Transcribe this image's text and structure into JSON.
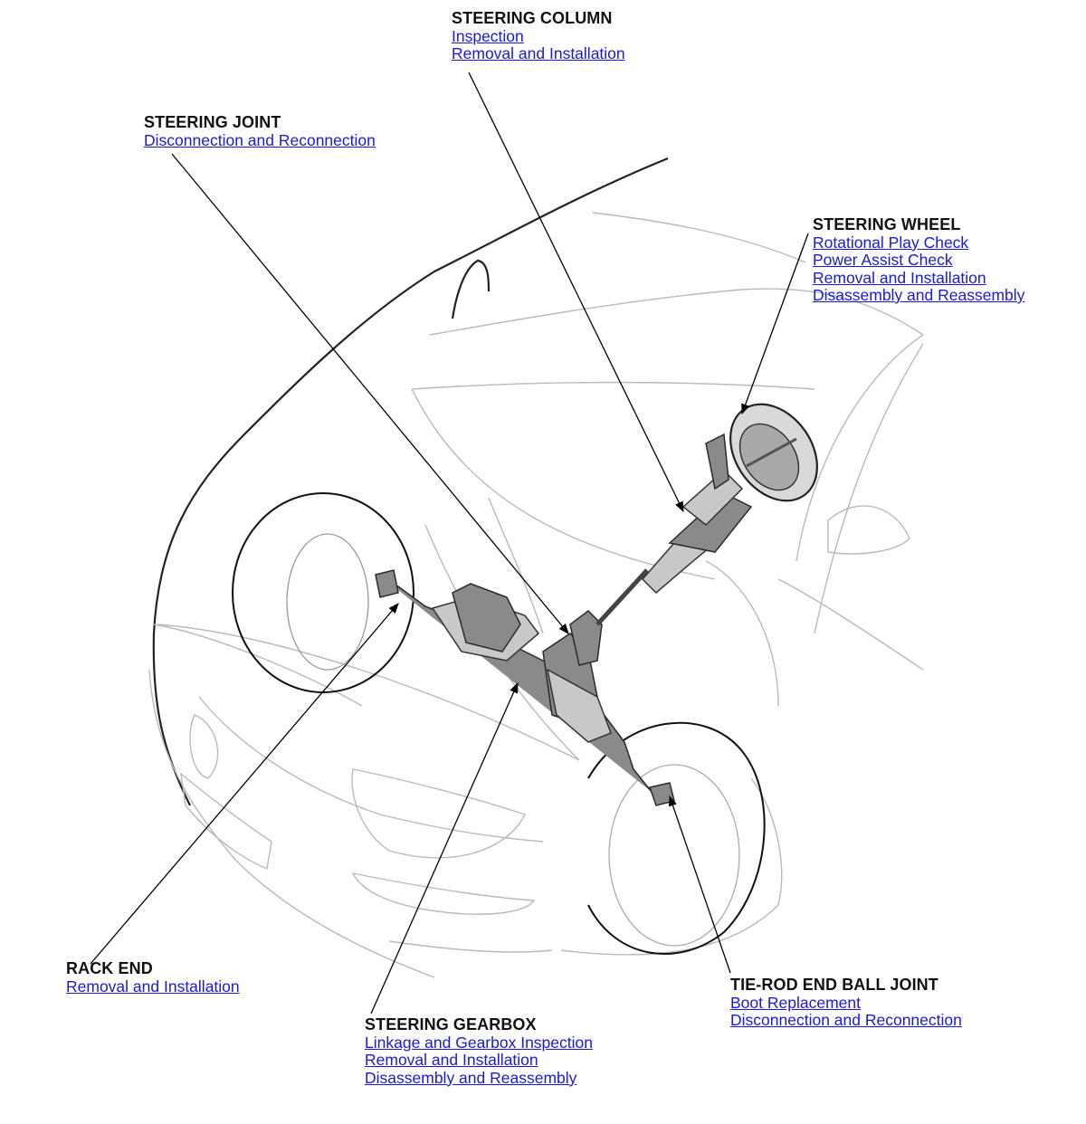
{
  "callouts": {
    "steering_column": {
      "title": "STEERING COLUMN",
      "links": [
        "Inspection",
        "Removal and Installation"
      ]
    },
    "steering_joint": {
      "title": "STEERING JOINT",
      "links": [
        "Disconnection and Reconnection"
      ]
    },
    "steering_wheel": {
      "title": "STEERING WHEEL",
      "links": [
        "Rotational Play Check",
        "Power Assist Check",
        "Removal and Installation",
        "Disassembly and Reassembly"
      ]
    },
    "rack_end": {
      "title": "RACK END",
      "links": [
        "Removal and Installation"
      ]
    },
    "steering_gearbox": {
      "title": "STEERING GEARBOX",
      "links": [
        "Linkage and Gearbox Inspection",
        "Removal and Installation",
        "Disassembly and Reassembly"
      ]
    },
    "tie_rod_end": {
      "title": "TIE-ROD END BALL JOINT",
      "links": [
        "Boot Replacement",
        "Disconnection and Reconnection"
      ]
    }
  },
  "colors": {
    "link": "#1a1ad6",
    "title": "#111111",
    "line": "#000000",
    "car_outline": "#b9b9b9"
  },
  "icons": [
    "steering-wheel-icon",
    "steering-column-icon",
    "steering-gearbox-icon"
  ]
}
